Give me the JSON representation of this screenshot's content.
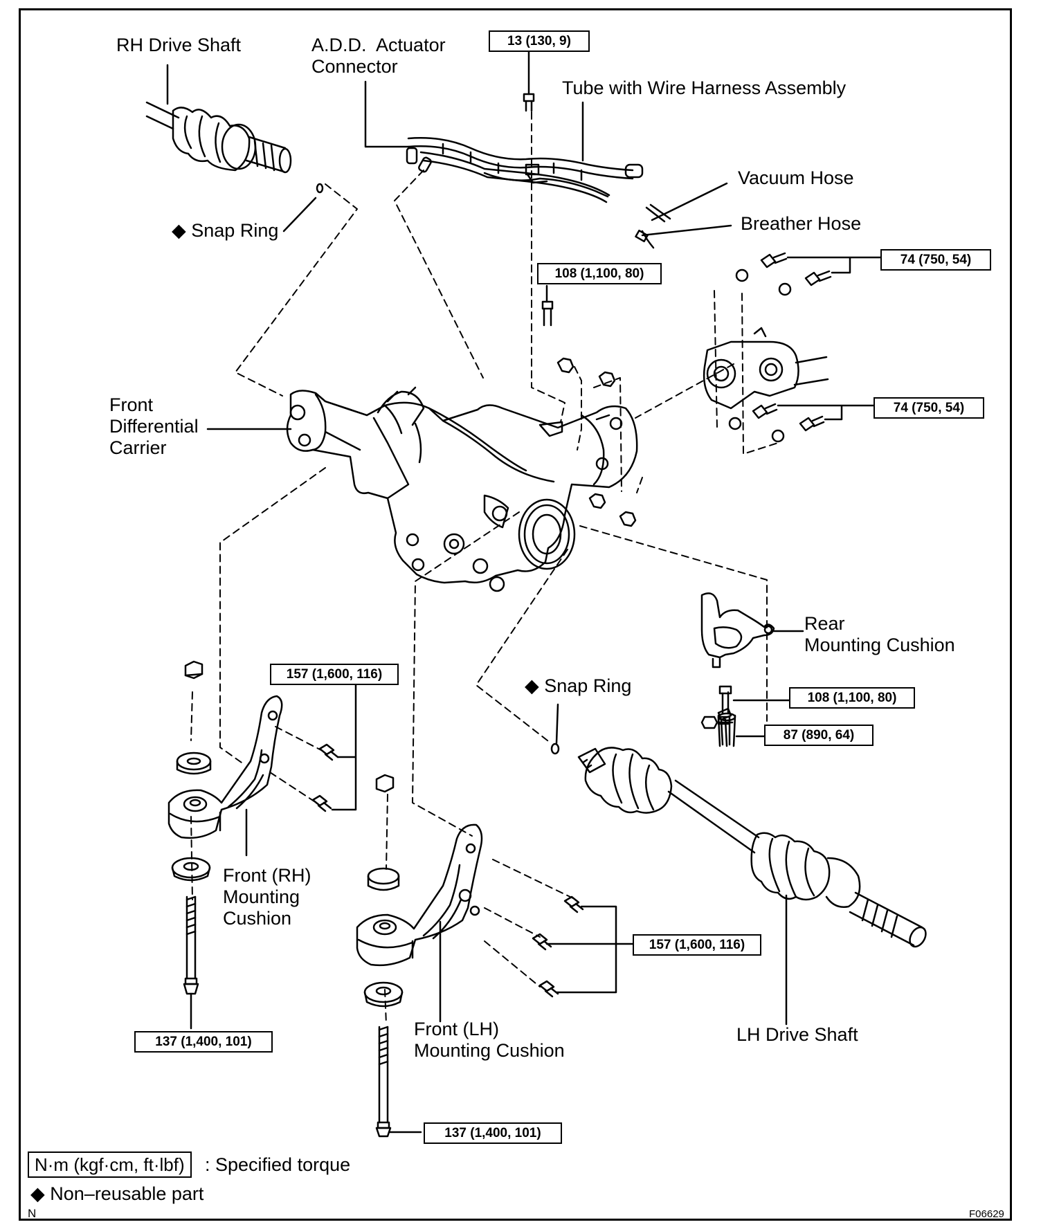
{
  "labels": {
    "rh_drive_shaft": "RH Drive Shaft",
    "add_actuator_connector": "A.D.D.  Actuator\nConnector",
    "tube_wire_harness": "Tube with Wire Harness Assembly",
    "vacuum_hose": "Vacuum Hose",
    "breather_hose": "Breather Hose",
    "snap_ring_upper": "◆ Snap Ring",
    "front_differential_carrier": "Front\nDifferential\nCarrier",
    "rear_mounting_cushion": "Rear\nMounting Cushion",
    "snap_ring_lower": "◆ Snap Ring",
    "front_rh_mounting_cushion": "Front (RH)\nMounting\nCushion",
    "front_lh_mounting_cushion": "Front (LH)\nMounting Cushion",
    "lh_drive_shaft": "LH Drive Shaft"
  },
  "torque_specs": {
    "harness_bolt": "13 (130, 9)",
    "carrier_top_bolt": "108 (1,100, 80)",
    "upper_right_bolts": "74 (750, 54)",
    "lower_right_bolts": "74 (750, 54)",
    "rh_cushion_bolts": "157 (1,600, 116)",
    "rear_cushion_bolt": "108 (1,100, 80)",
    "rear_cushion_nut": "87 (890, 64)",
    "lh_cushion_bolts": "157 (1,600, 116)",
    "rh_long_bolt": "137 (1,400, 101)",
    "lh_long_bolt": "137 (1,400, 101)"
  },
  "legend": {
    "torque_unit_box": "N·m (kgf·cm, ft·lbf)",
    "torque_desc": ": Specified torque",
    "non_reusable": "◆ Non–reusable part"
  },
  "corner": {
    "left_mark": "N",
    "figure_id": "F06629"
  }
}
